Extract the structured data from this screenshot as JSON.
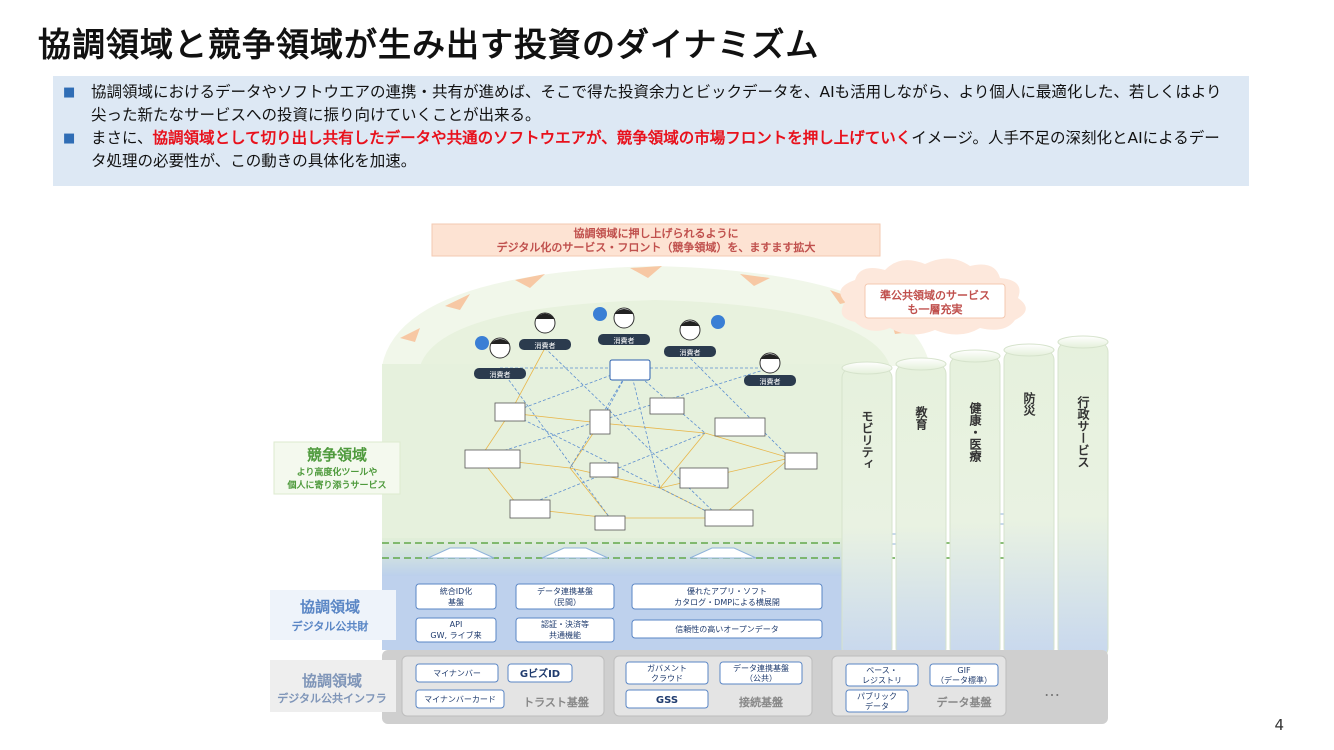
{
  "page": {
    "title": "協調領域と競争領域が生み出す投資のダイナミズム",
    "page_number": "4"
  },
  "bullets": [
    {
      "text": "協調領域におけるデータやソフトウエアの連携・共有が進めば、そこで得た投資余力とビックデータを、AIも活用しながら、より個人に最適化した、若しくはより尖った新たなサービスへの投資に振り向けていくことが出来る。"
    },
    {
      "pre": "まさに、",
      "highlight": "協調領域として切り出し共有したデータや共通のソフトウエアが、競争領域の市場フロントを押し上げていく",
      "post": "イメージ。人手不足の深刻化とAIによるデータ処理の必要性が、この動きの具体化を加速。"
    }
  ],
  "diagram": {
    "top_banner": {
      "line1": "協調領域に押し上げられるように",
      "line2": "デジタル化のサービス・フロント（競争領域）を、ますます拡大"
    },
    "cloud": {
      "line1": "準公共領域のサービス",
      "line2": "も一層充実"
    },
    "consumer_label": "消費者",
    "competition": {
      "title": "競争領域",
      "line1": "より高度化ツールや",
      "line2": "個人に寄り添うサービス"
    },
    "coop_public": {
      "title": "協調領域",
      "subtitle": "デジタル公共財"
    },
    "coop_infra": {
      "title": "協調領域",
      "subtitle": "デジタル公共インフラ"
    },
    "columns": [
      "モビリティ",
      "教育",
      "健康・医療",
      "防災",
      "行政サービス"
    ],
    "public_goods": [
      {
        "line1": "統合ID化",
        "line2": "基盤"
      },
      {
        "line1": "データ連携基盤",
        "line2": "（民間）"
      },
      {
        "line1": "優れたアプリ・ソフト",
        "line2": "カタログ・DMPによる横展開"
      },
      {
        "line1": "API",
        "line2": "GW, ライブ来"
      },
      {
        "line1": "認証・決済等",
        "line2": "共通機能"
      },
      {
        "line1": "信頼性の高いオープンデータ",
        "line2": ""
      }
    ],
    "infra": {
      "trust": {
        "label": "トラスト基盤",
        "items": [
          "マイナンバー",
          "GビズID",
          "マイナンバーカード"
        ]
      },
      "connect": {
        "label": "接続基盤",
        "items": [
          "ガバメント",
          "クラウド",
          "データ連携基盤",
          "（公共）",
          "GSS"
        ]
      },
      "data": {
        "label": "データ基盤",
        "items": [
          "ベース・",
          "レジストリ",
          "GIF",
          "（データ標準）",
          "パブリック",
          "データ"
        ]
      },
      "ellipsis": "…"
    }
  },
  "colors": {
    "title_text": "#111111",
    "bullet_bg": "#dde8f4",
    "bullet_marker": "#2f6db5",
    "highlight": "#e8111c",
    "competition_green": "#4e9a3c",
    "coop_blue": "#5a86c5",
    "banner_bg": "#fde3d3",
    "banner_text": "#c0504d"
  }
}
